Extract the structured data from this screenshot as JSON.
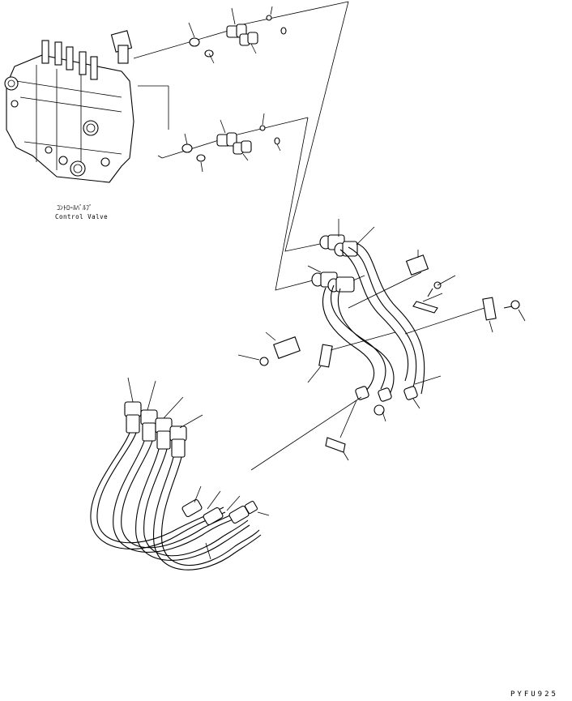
{
  "diagram": {
    "component_label_jp": "ｺﾝﾄﾛｰﾙﾊﾞﾙﾌﾞ",
    "component_label_en": "Control Valve",
    "drawing_code": "PYFU925"
  }
}
